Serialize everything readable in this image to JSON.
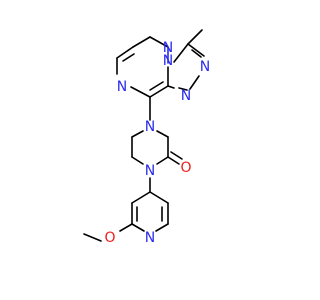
{
  "molecule": {
    "atoms": {
      "n_ring_top": "N",
      "n_pyrazine": "N",
      "n_triazole_1": "N",
      "n_triazole_2": "N",
      "n_triazole_3": "N",
      "n_piperazine_upper": "N",
      "n_piperazine_lower": "N",
      "o_carbonyl": "O",
      "n_pyridine": "N",
      "o_methoxy": "O"
    },
    "colors": {
      "bond": "#000000",
      "nitrogen": "#2b2bf0",
      "oxygen": "#ee1c1c",
      "background": "#ffffff"
    }
  }
}
